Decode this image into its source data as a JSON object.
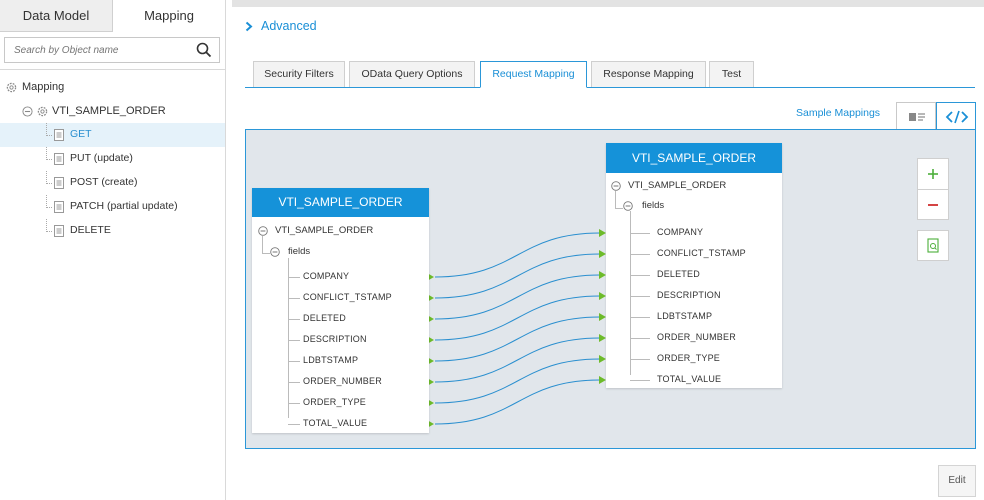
{
  "left_panel": {
    "tabs": [
      "Data Model",
      "Mapping"
    ],
    "search_placeholder": "Search by Object name",
    "tree": {
      "root": "Mapping",
      "object": "VTI_SAMPLE_ORDER",
      "methods": [
        "GET",
        "PUT (update)",
        "POST (create)",
        "PATCH (partial update)",
        "DELETE"
      ]
    }
  },
  "header": {
    "advanced": "Advanced",
    "tabs": [
      "Security Filters",
      "OData Query Options",
      "Request Mapping",
      "Response Mapping",
      "Test"
    ],
    "sample_mappings": "Sample Mappings"
  },
  "mapping": {
    "source": {
      "title": "VTI_SAMPLE_ORDER",
      "root": "VTI_SAMPLE_ORDER",
      "group": "fields",
      "fields": [
        "COMPANY",
        "CONFLICT_TSTAMP",
        "DELETED",
        "DESCRIPTION",
        "LDBTSTAMP",
        "ORDER_NUMBER",
        "ORDER_TYPE",
        "TOTAL_VALUE"
      ]
    },
    "target": {
      "title": "VTI_SAMPLE_ORDER",
      "root": "VTI_SAMPLE_ORDER",
      "group": "fields",
      "fields": [
        "COMPANY",
        "CONFLICT_TSTAMP",
        "DELETED",
        "DESCRIPTION",
        "LDBTSTAMP",
        "ORDER_NUMBER",
        "ORDER_TYPE",
        "TOTAL_VALUE"
      ]
    },
    "connector_color": "#2a8fcf",
    "arrow_color": "#6dbb2a"
  },
  "footer": {
    "edit": "Edit"
  }
}
